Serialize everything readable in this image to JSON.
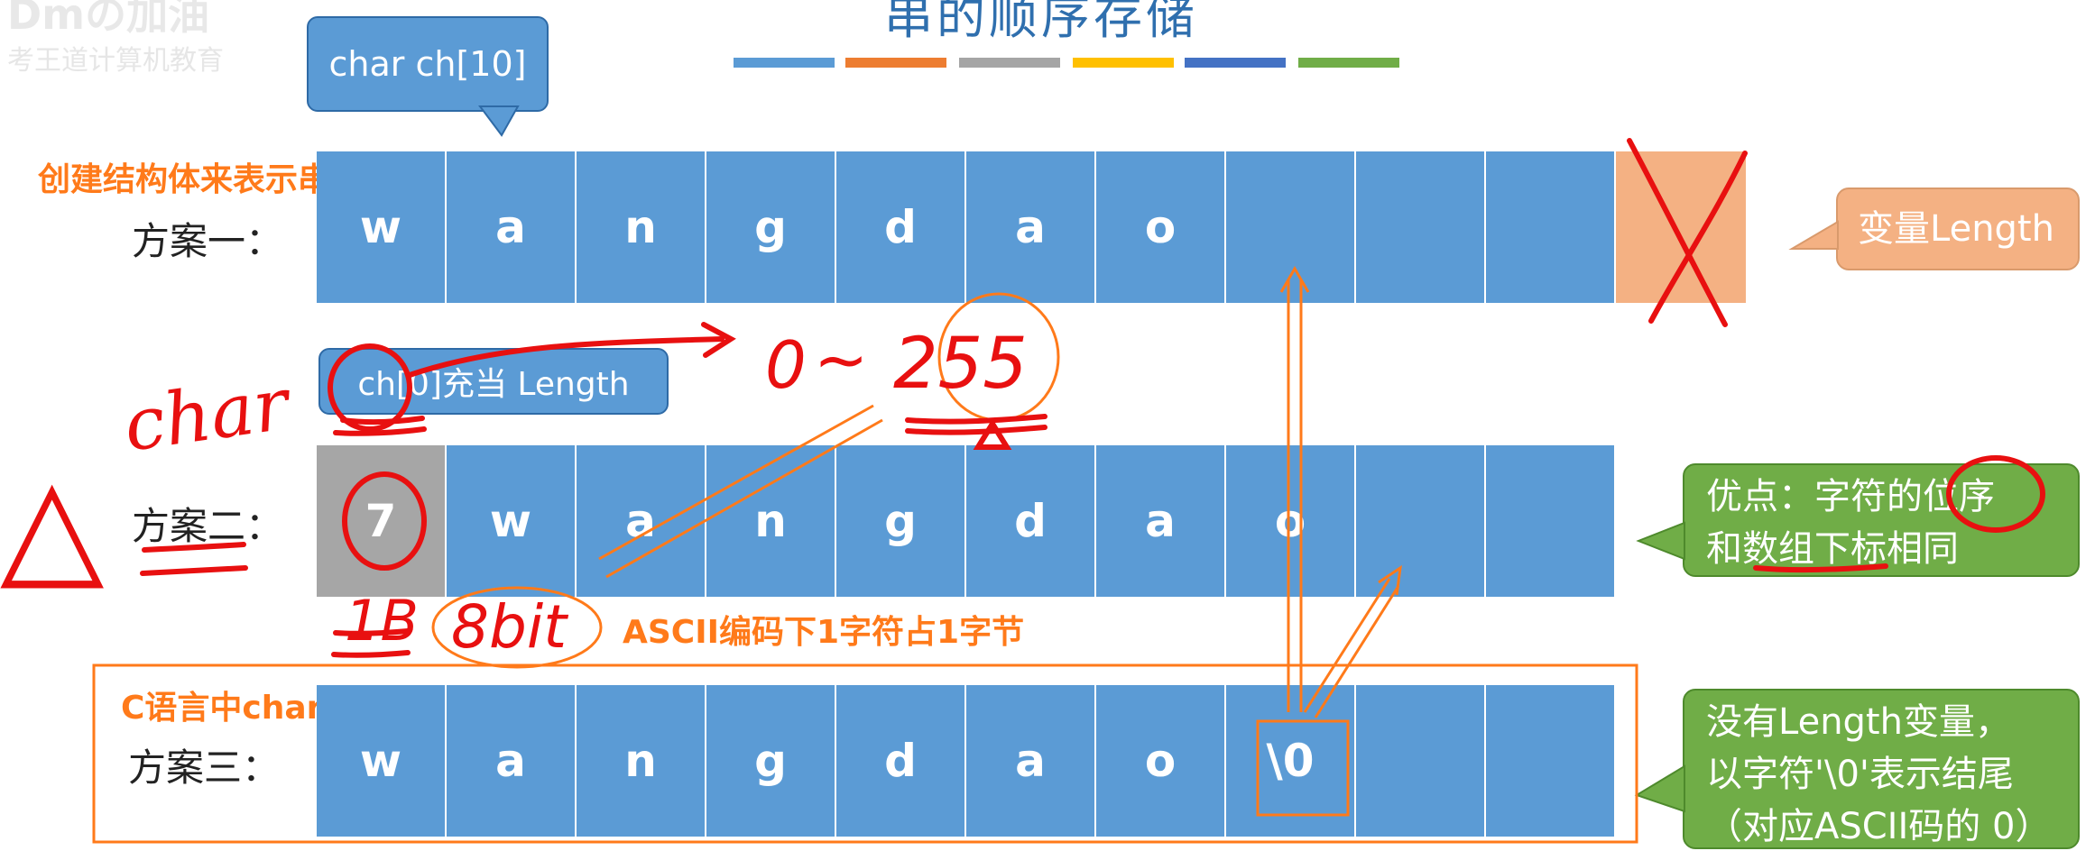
{
  "logo": {
    "line1": "Dmの加油",
    "line2": "考王道计算机教育"
  },
  "title": "串的顺序存储",
  "color_bar": [
    "#5b9bd5",
    "#ed7d31",
    "#a5a5a5",
    "#ffc000",
    "#4472c4",
    "#70ad47"
  ],
  "bubble_char": "char ch[10]",
  "bubble_ch0": "ch[0]充当 Length",
  "note_struct": "创建结构体来表示串，但可能索引与位序不匹配",
  "note_ascii": "ASCII编码下1字符占1字节",
  "note_c": "C语言中char数据类型的存储方案",
  "schemes": [
    {
      "label": "方案一：",
      "cells": [
        "w",
        "a",
        "n",
        "g",
        "d",
        "a",
        "o",
        "",
        "",
        ""
      ],
      "extra": "X"
    },
    {
      "label": "方案二：",
      "cells": [
        "7",
        "w",
        "a",
        "n",
        "g",
        "d",
        "a",
        "o",
        "",
        ""
      ]
    },
    {
      "label": "方案三：",
      "cells": [
        "w",
        "a",
        "n",
        "g",
        "d",
        "a",
        "o",
        "\\0",
        "",
        ""
      ]
    }
  ],
  "callouts": {
    "length_var": "变量Length",
    "advantage": [
      "优点：字符的位序",
      "和数组下标相同"
    ],
    "no_length": [
      "没有Length变量，",
      "以字符'\\0'表示结尾",
      "（对应ASCII码的 0）"
    ]
  },
  "handwriting": {
    "char": "char",
    "range_0": "0",
    "range_tilde": "~",
    "range_255": "255",
    "one_byte": "1B",
    "eight_bit": "8bit",
    "triangle": "△"
  },
  "colors": {
    "cell_blue": "#5b9bd5",
    "cell_gray": "#a6a6a6",
    "cell_salmon": "#f4b183",
    "annotation_orange": "#ff7a1a",
    "ink_red": "#e81010",
    "callout_green": "#70ad47"
  }
}
